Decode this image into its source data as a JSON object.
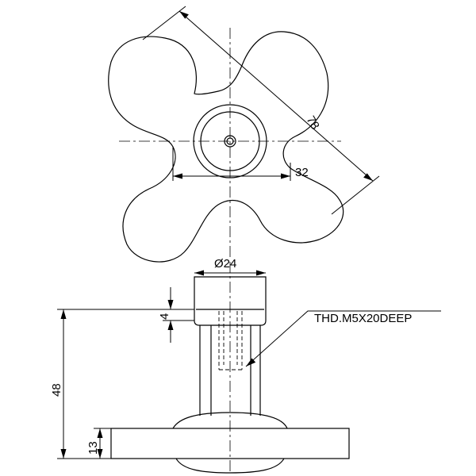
{
  "dimensions": {
    "overall_width": "78",
    "hub_width": "32",
    "boss_diameter": "Ø24",
    "flange_thickness": "4",
    "total_height": "48",
    "knob_thickness": "13"
  },
  "callout": {
    "thread": "THD.M5X20DEEP"
  }
}
